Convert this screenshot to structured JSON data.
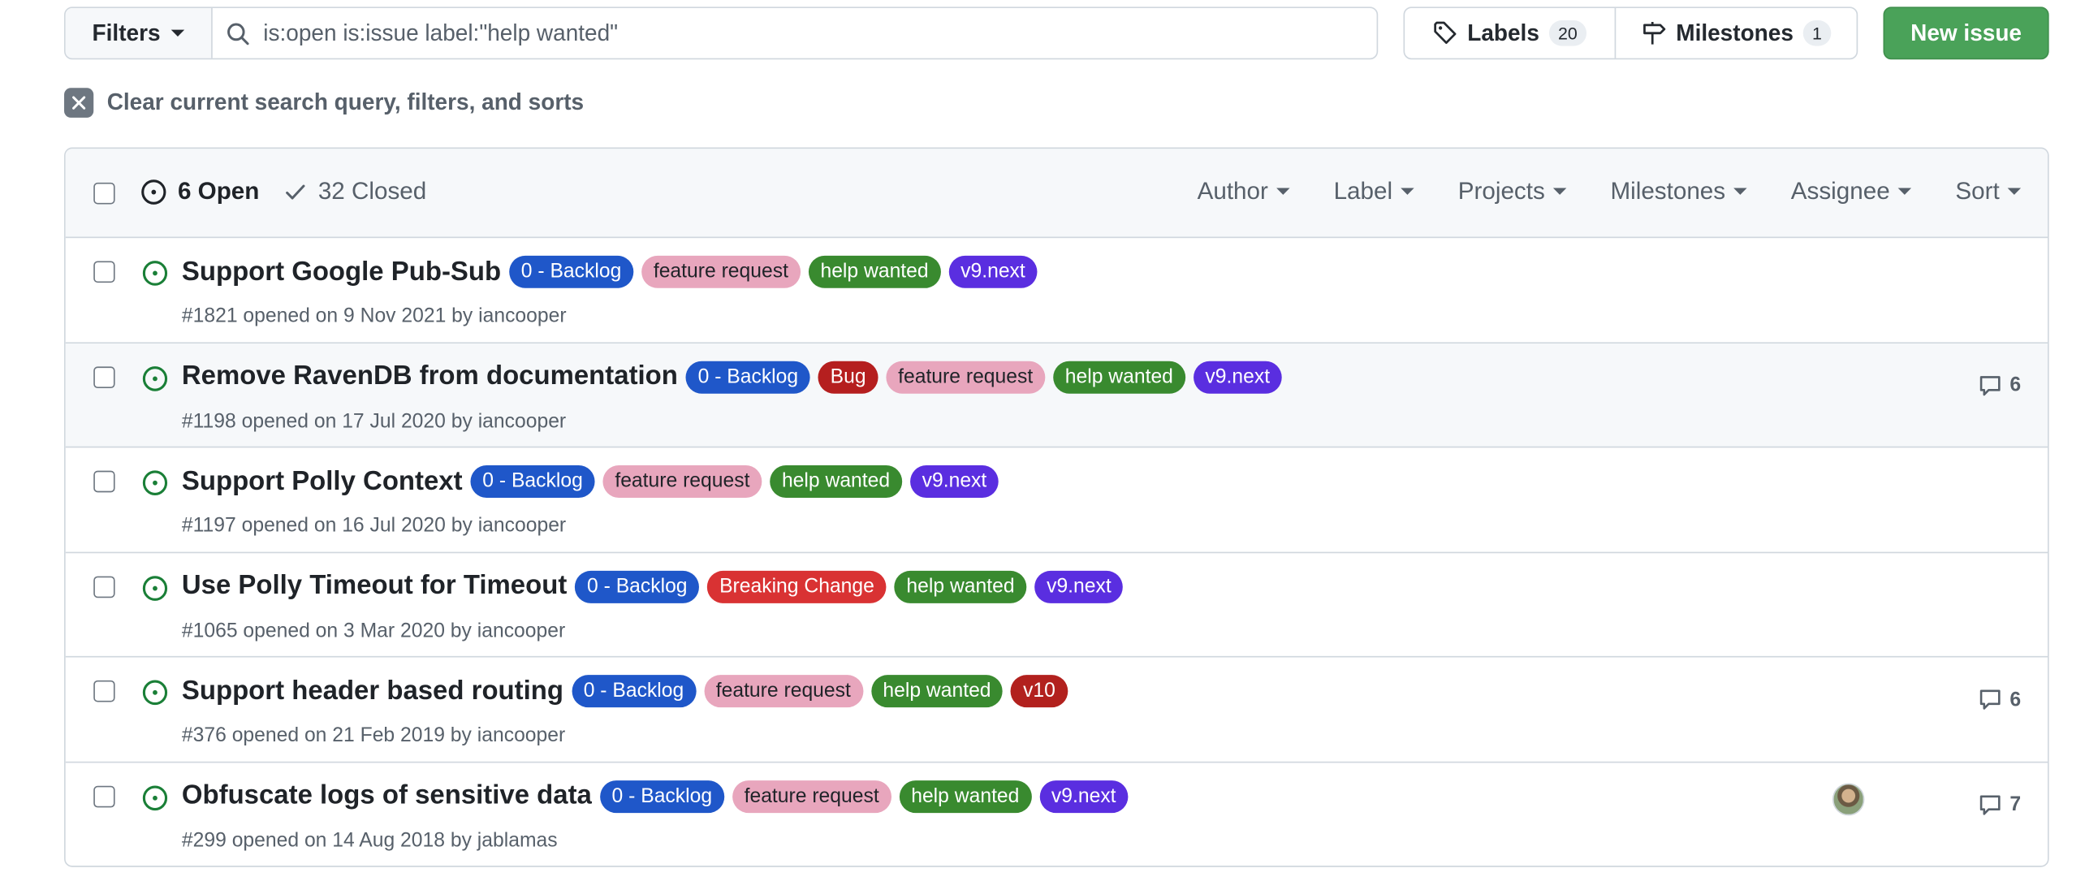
{
  "toolbar": {
    "filters_label": "Filters",
    "search_value": "is:open is:issue label:\"help wanted\"",
    "labels_label": "Labels",
    "labels_count": "20",
    "milestones_label": "Milestones",
    "milestones_count": "1",
    "new_issue_label": "New issue"
  },
  "clear_query": "Clear current search query, filters, and sorts",
  "header": {
    "open_label": "6 Open",
    "closed_label": "32 Closed",
    "filters": [
      "Author",
      "Label",
      "Projects",
      "Milestones",
      "Assignee",
      "Sort"
    ]
  },
  "label_colors": {
    "0 - Backlog": {
      "bg": "#1f57c9",
      "fg": "#ffffff"
    },
    "Bug": {
      "bg": "#b51f1f",
      "fg": "#ffffff"
    },
    "feature request": {
      "bg": "#e8a6bd",
      "fg": "#1f2328"
    },
    "help wanted": {
      "bg": "#398a2f",
      "fg": "#ffffff"
    },
    "v9.next": {
      "bg": "#5a2ee0",
      "fg": "#ffffff"
    },
    "Breaking Change": {
      "bg": "#d93233",
      "fg": "#ffffff"
    },
    "v10": {
      "bg": "#b2211e",
      "fg": "#ffffff"
    }
  },
  "issues": [
    {
      "title": "Support Google Pub-Sub",
      "labels": [
        "0 - Backlog",
        "feature request",
        "help wanted",
        "v9.next"
      ],
      "number": "#1821",
      "opened": "opened on 9 Nov 2021 by",
      "author": "iancooper",
      "comments": "",
      "avatar": false,
      "hover": false
    },
    {
      "title": "Remove RavenDB from documentation",
      "labels": [
        "0 - Backlog",
        "Bug",
        "feature request",
        "help wanted",
        "v9.next"
      ],
      "number": "#1198",
      "opened": "opened on 17 Jul 2020 by",
      "author": "iancooper",
      "comments": "6",
      "avatar": false,
      "hover": true
    },
    {
      "title": "Support Polly Context",
      "labels": [
        "0 - Backlog",
        "feature request",
        "help wanted",
        "v9.next"
      ],
      "number": "#1197",
      "opened": "opened on 16 Jul 2020 by",
      "author": "iancooper",
      "comments": "",
      "avatar": false,
      "hover": false
    },
    {
      "title": "Use Polly Timeout for Timeout",
      "labels": [
        "0 - Backlog",
        "Breaking Change",
        "help wanted",
        "v9.next"
      ],
      "number": "#1065",
      "opened": "opened on 3 Mar 2020 by",
      "author": "iancooper",
      "comments": "",
      "avatar": false,
      "hover": false
    },
    {
      "title": "Support header based routing",
      "labels": [
        "0 - Backlog",
        "feature request",
        "help wanted",
        "v10"
      ],
      "number": "#376",
      "opened": "opened on 21 Feb 2019 by",
      "author": "iancooper",
      "comments": "6",
      "avatar": false,
      "hover": false
    },
    {
      "title": "Obfuscate logs of sensitive data",
      "labels": [
        "0 - Backlog",
        "feature request",
        "help wanted",
        "v9.next"
      ],
      "number": "#299",
      "opened": "opened on 14 Aug 2018 by",
      "author": "jablamas",
      "comments": "7",
      "avatar": true,
      "hover": false
    }
  ]
}
